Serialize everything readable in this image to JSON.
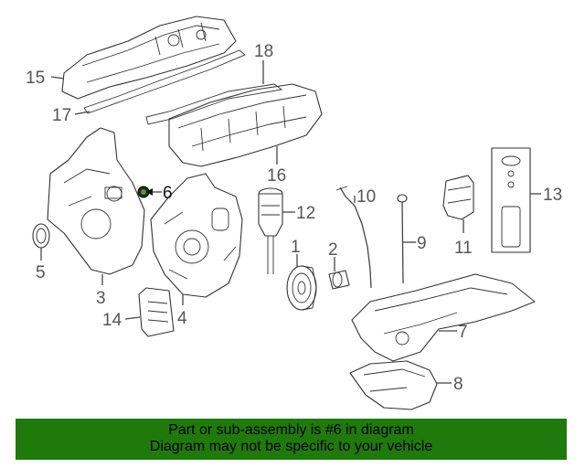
{
  "callouts": {
    "c1": "1",
    "c2": "2",
    "c3": "3",
    "c4": "4",
    "c5": "5",
    "c6": "6",
    "c7": "7",
    "c8": "8",
    "c9": "9",
    "c10": "10",
    "c11": "11",
    "c12": "12",
    "c13": "13",
    "c14": "14",
    "c15": "15",
    "c16": "16",
    "c17": "17",
    "c18": "18"
  },
  "highlighted_part": "6",
  "banner": {
    "line1": "Part or sub-assembly is #6 in diagram",
    "line2": "Diagram may not be specific to your vehicle",
    "background": "#1f7a0b"
  }
}
